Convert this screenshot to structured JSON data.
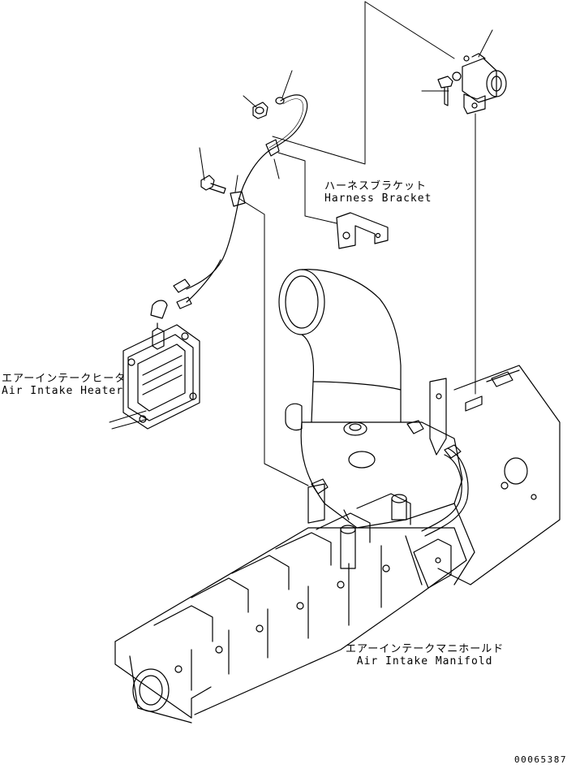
{
  "labels": {
    "harness_bracket": {
      "ja": "ハーネスブラケット",
      "en": "Harness Bracket"
    },
    "air_intake_heater": {
      "ja": "エアーインテークヒータ",
      "en": "Air Intake Heater"
    },
    "air_intake_manifold": {
      "ja": "エアーインテークマニホールド",
      "en": "Air Intake Manifold"
    }
  },
  "drawing_code": "00065387"
}
